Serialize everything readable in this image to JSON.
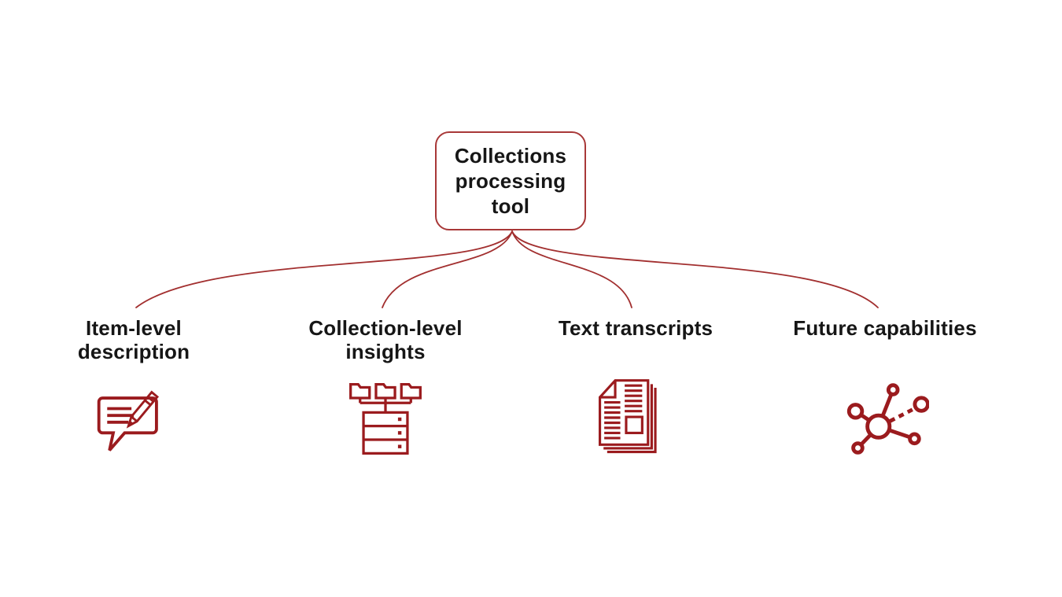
{
  "title": {
    "text": "Collections processing tool",
    "lines": [
      "Collections",
      "processing",
      "tool"
    ]
  },
  "branches": [
    {
      "id": "item-level-description",
      "label": "Item-level description",
      "label_lines": [
        "Item-level",
        "description"
      ],
      "icon": "chat-edit-icon"
    },
    {
      "id": "collection-level-insights",
      "label": "Collection-level insights",
      "label_lines": [
        "Collection-level",
        "insights"
      ],
      "icon": "folders-server-icon"
    },
    {
      "id": "text-transcripts",
      "label": "Text transcripts",
      "label_lines": [
        "Text transcripts"
      ],
      "icon": "documents-stack-icon"
    },
    {
      "id": "future-capabilities",
      "label": "Future capabilities",
      "label_lines": [
        "Future capabilities"
      ],
      "icon": "network-nodes-icon"
    }
  ],
  "theme": {
    "background": "#ffffff",
    "text_color": "#161616",
    "icon_red": "#9B1B1E",
    "line_red": "#A22F2F",
    "box_border_red": "#A83838"
  }
}
